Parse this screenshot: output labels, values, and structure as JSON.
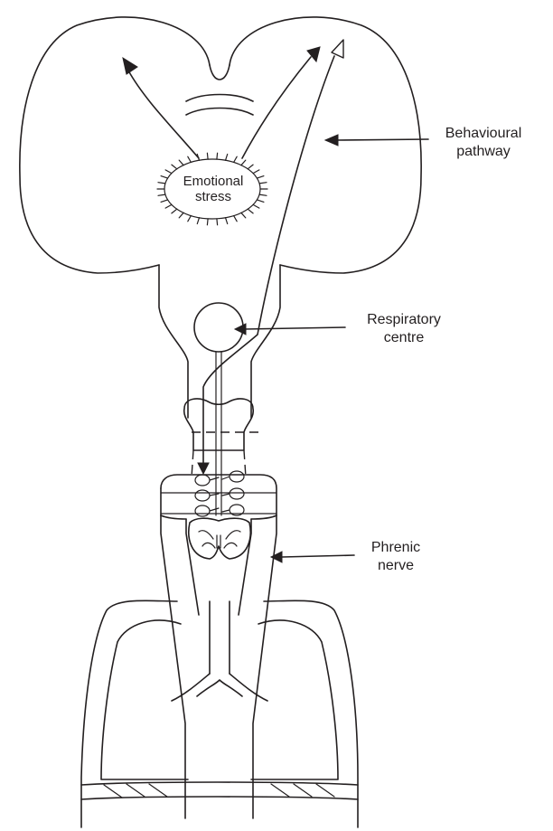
{
  "labels": {
    "emotional_stress": [
      "Emotional",
      "stress"
    ],
    "behavioural_pathway": [
      "Behavioural",
      "pathway"
    ],
    "respiratory_centre": [
      "Respiratory",
      "centre"
    ],
    "phrenic_nerve": [
      "Phrenic",
      "nerve"
    ]
  }
}
